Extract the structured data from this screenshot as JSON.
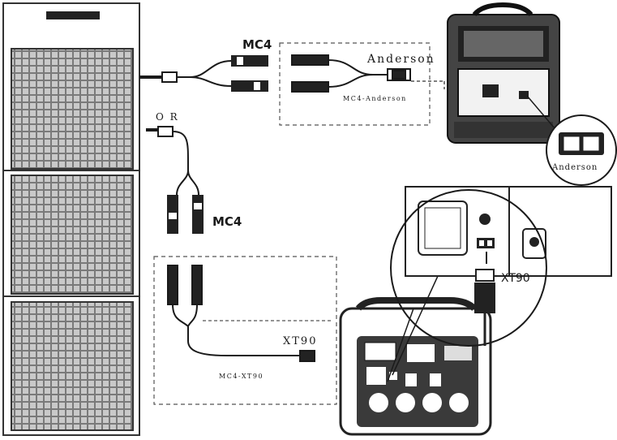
{
  "labels": {
    "mc4_top": "MC4",
    "anderson_top": "Anderson",
    "mc4_anderson_caption": "MC4-Anderson",
    "anderson_callout": "Anderson",
    "or": "O R",
    "mc4_mid": "MC4",
    "xt90_inset": "XT90",
    "xt90_cable": "XT90",
    "mc4_xt90_caption": "MC4-XT90"
  },
  "colors": {
    "line": "#1a1a1a",
    "panel": "#6e6e6e",
    "grid": "#c8c8c8",
    "device": "#3a3a3a",
    "dash": "#555555"
  }
}
